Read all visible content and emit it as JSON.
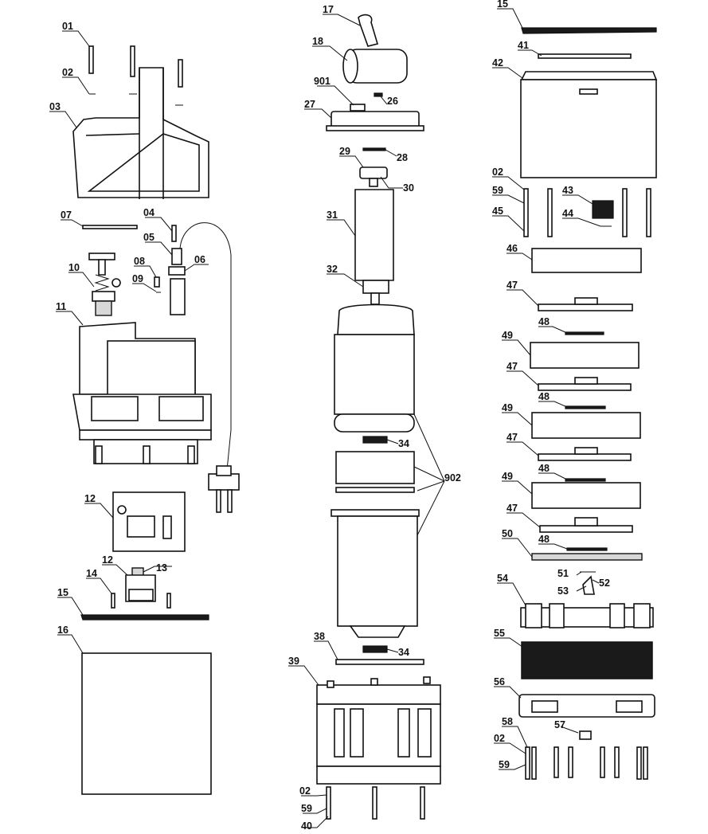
{
  "labels": {
    "l01": "01",
    "l02a": "02",
    "l03": "03",
    "l07": "07",
    "l04": "04",
    "l05": "05",
    "l06": "06",
    "l08": "08",
    "l09": "09",
    "l10": "10",
    "l11": "11",
    "l12a": "12",
    "l12b": "12",
    "l13": "13",
    "l14": "14",
    "l15a": "15",
    "l16": "16",
    "l17": "17",
    "l18": "18",
    "l901": "901",
    "l26": "26",
    "l27": "27",
    "l29": "29",
    "l28": "28",
    "l30": "30",
    "l31": "31",
    "l32": "32",
    "l34a": "34",
    "l902": "902",
    "l38": "38",
    "l34b": "34",
    "l39": "39",
    "l02b": "02",
    "l59a": "59",
    "l40": "40",
    "l15b": "15",
    "l41": "41",
    "l42": "42",
    "l02c": "02",
    "l59b": "59",
    "l45": "45",
    "l43": "43",
    "l44": "44",
    "l46": "46",
    "l47a": "47",
    "l48a": "48",
    "l49a": "49",
    "l47b": "47",
    "l48b": "48",
    "l49b": "49",
    "l47c": "47",
    "l48c": "48",
    "l49c": "49",
    "l47d": "47",
    "l50": "50",
    "l48d": "48",
    "l51": "51",
    "l53": "53",
    "l52": "52",
    "l54": "54",
    "l55": "55",
    "l56": "56",
    "l58": "58",
    "l57": "57",
    "l02d": "02",
    "l59c": "59"
  },
  "colors": {
    "ink": "#111111",
    "paper": "#ffffff"
  }
}
